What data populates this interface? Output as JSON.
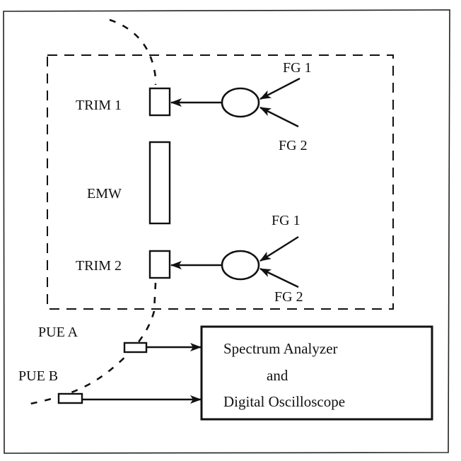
{
  "diagram": {
    "labels": {
      "trim1": "TRIM 1",
      "emw": "EMW",
      "trim2": "TRIM 2",
      "fg1_top": "FG 1",
      "fg2_top": "FG 2",
      "fg1_bottom": "FG 1",
      "fg2_bottom": "FG 2",
      "pue_a": "PUE A",
      "pue_b": "PUE B"
    },
    "instrument": {
      "line1": "Spectrum Analyzer",
      "line2": "and",
      "line3": "Digital Oscilloscope"
    },
    "colors": {
      "ink": "#111111",
      "paper": "#ffffff"
    }
  }
}
